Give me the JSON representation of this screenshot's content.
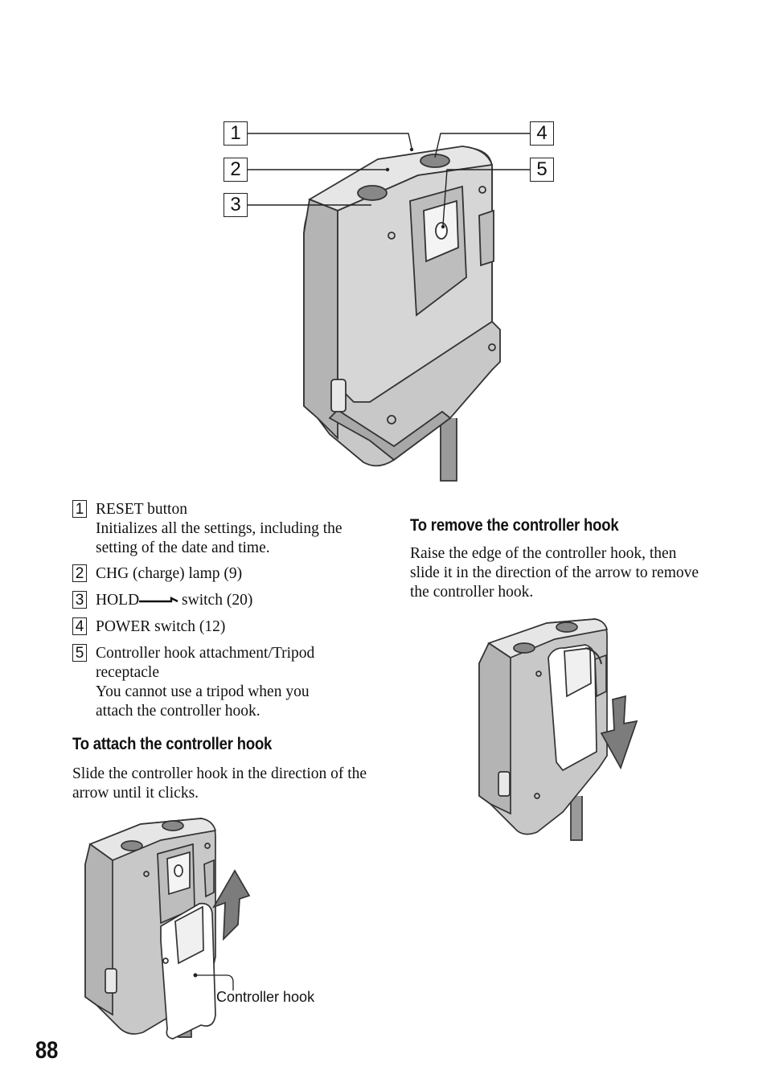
{
  "page_number": "88",
  "callouts": [
    "1",
    "2",
    "3",
    "4",
    "5"
  ],
  "items": [
    {
      "num": "1",
      "title": "RESET button",
      "desc": "Initializes all the settings, including the setting of the date and time."
    },
    {
      "num": "2",
      "title": "CHG (charge) lamp (9)"
    },
    {
      "num": "3",
      "title_before": "HOLD",
      "title_after": " switch (20)"
    },
    {
      "num": "4",
      "title": "POWER switch (12)"
    },
    {
      "num": "5",
      "title": "Controller hook attachment/Tripod receptacle",
      "desc": "You cannot use a tripod when you attach the controller hook."
    }
  ],
  "attach": {
    "heading": "To attach the controller hook",
    "body": "Slide the controller hook in the direction of the arrow until it clicks."
  },
  "remove": {
    "heading": "To remove the controller hook",
    "body": "Raise the edge of the controller hook, then slide it in the direction of the arrow to remove the controller hook."
  },
  "caption_controller_hook": "Controller hook"
}
